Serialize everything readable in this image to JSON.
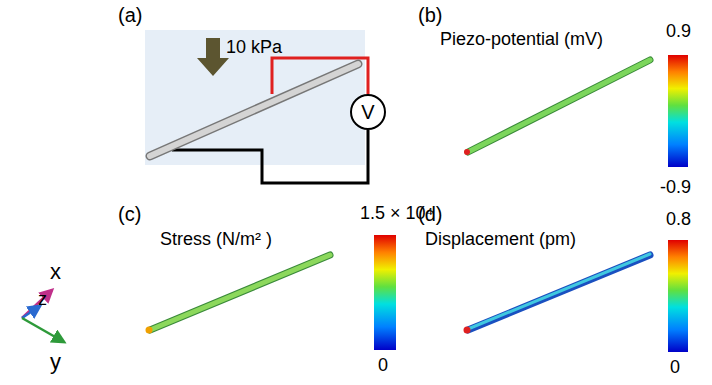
{
  "diagram": {
    "nodes": [
      {
        "text": [
          "V"
        ]
      }
    ],
    "labels": [
      "(a)",
      "10 kPa",
      "(b)",
      "Piezo-potential (mV)",
      "0.9",
      "-0.9",
      "(c)",
      "Stress (N/m² )",
      "1.5 × 10⁴",
      "0",
      "(d)",
      "Displacement (pm)",
      "0.8",
      "0",
      "x",
      "z",
      "y"
    ]
  }
}
